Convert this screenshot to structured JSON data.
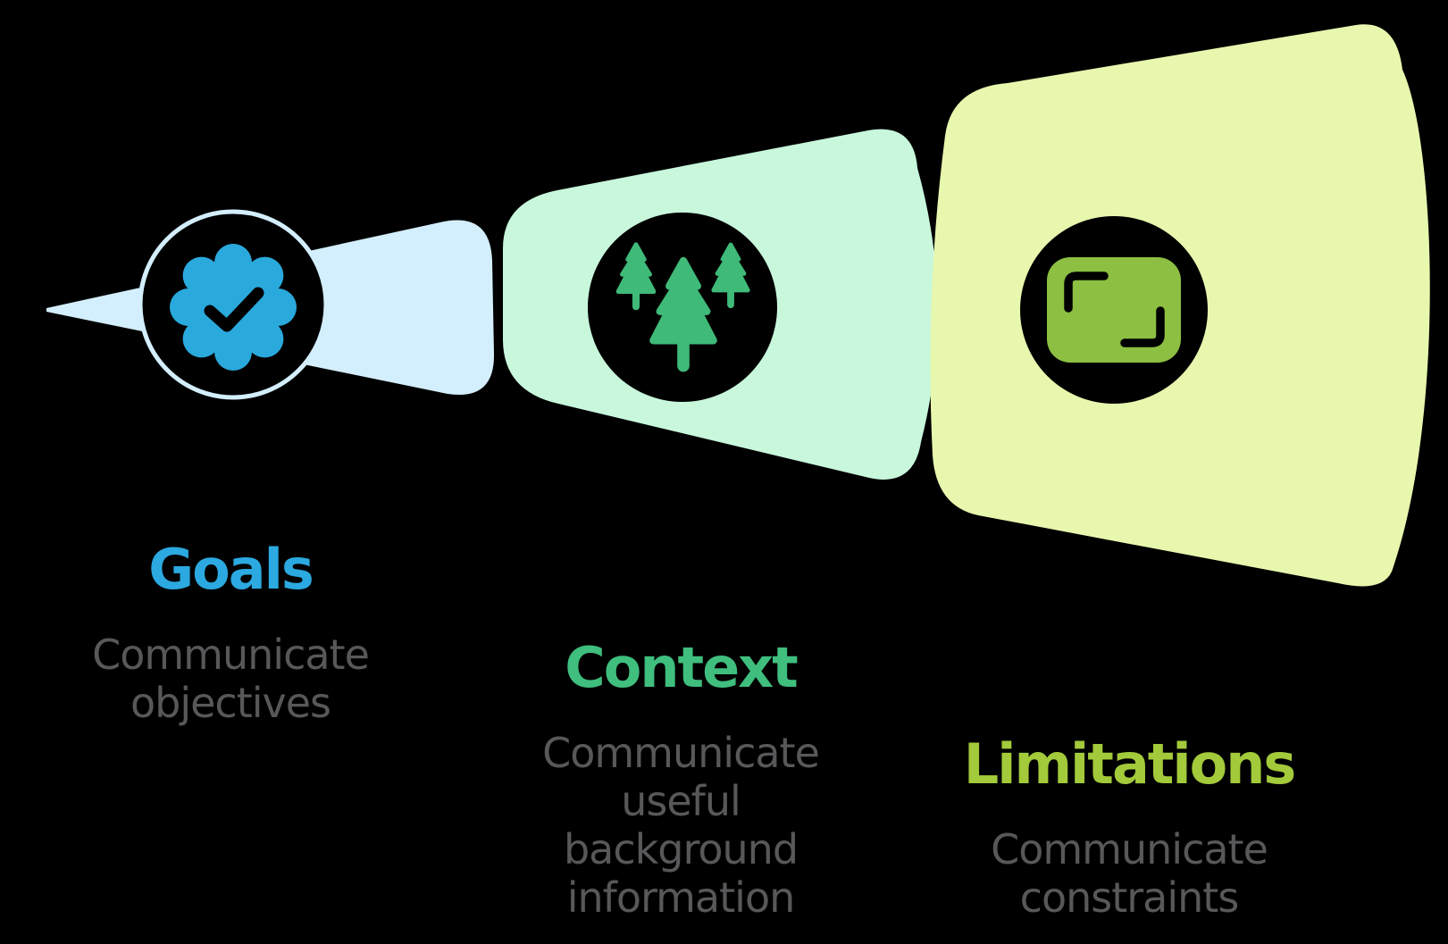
{
  "diagram": {
    "background": "#000000",
    "ink_color": "#000000",
    "text_color": "#58585b",
    "sections": [
      {
        "title": "Goals",
        "description": "Communicate objectives",
        "title_color": "#2BA9E0",
        "shape_color": "#D3EEFC",
        "icon": "verified-badge-icon",
        "icon_color": "#2AA9DC"
      },
      {
        "title": "Context",
        "description": "Communicate useful background information",
        "title_color": "#3FBE7E",
        "shape_color": "#C8F7DC",
        "icon": "pine-trees-icon",
        "icon_color": "#3FBA78"
      },
      {
        "title": "Limitations",
        "description": "Communicate constraints",
        "title_color": "#A2CA3A",
        "shape_color": "#E7F7AE",
        "icon": "frame-icon",
        "icon_color": "#8CBF42"
      }
    ]
  }
}
